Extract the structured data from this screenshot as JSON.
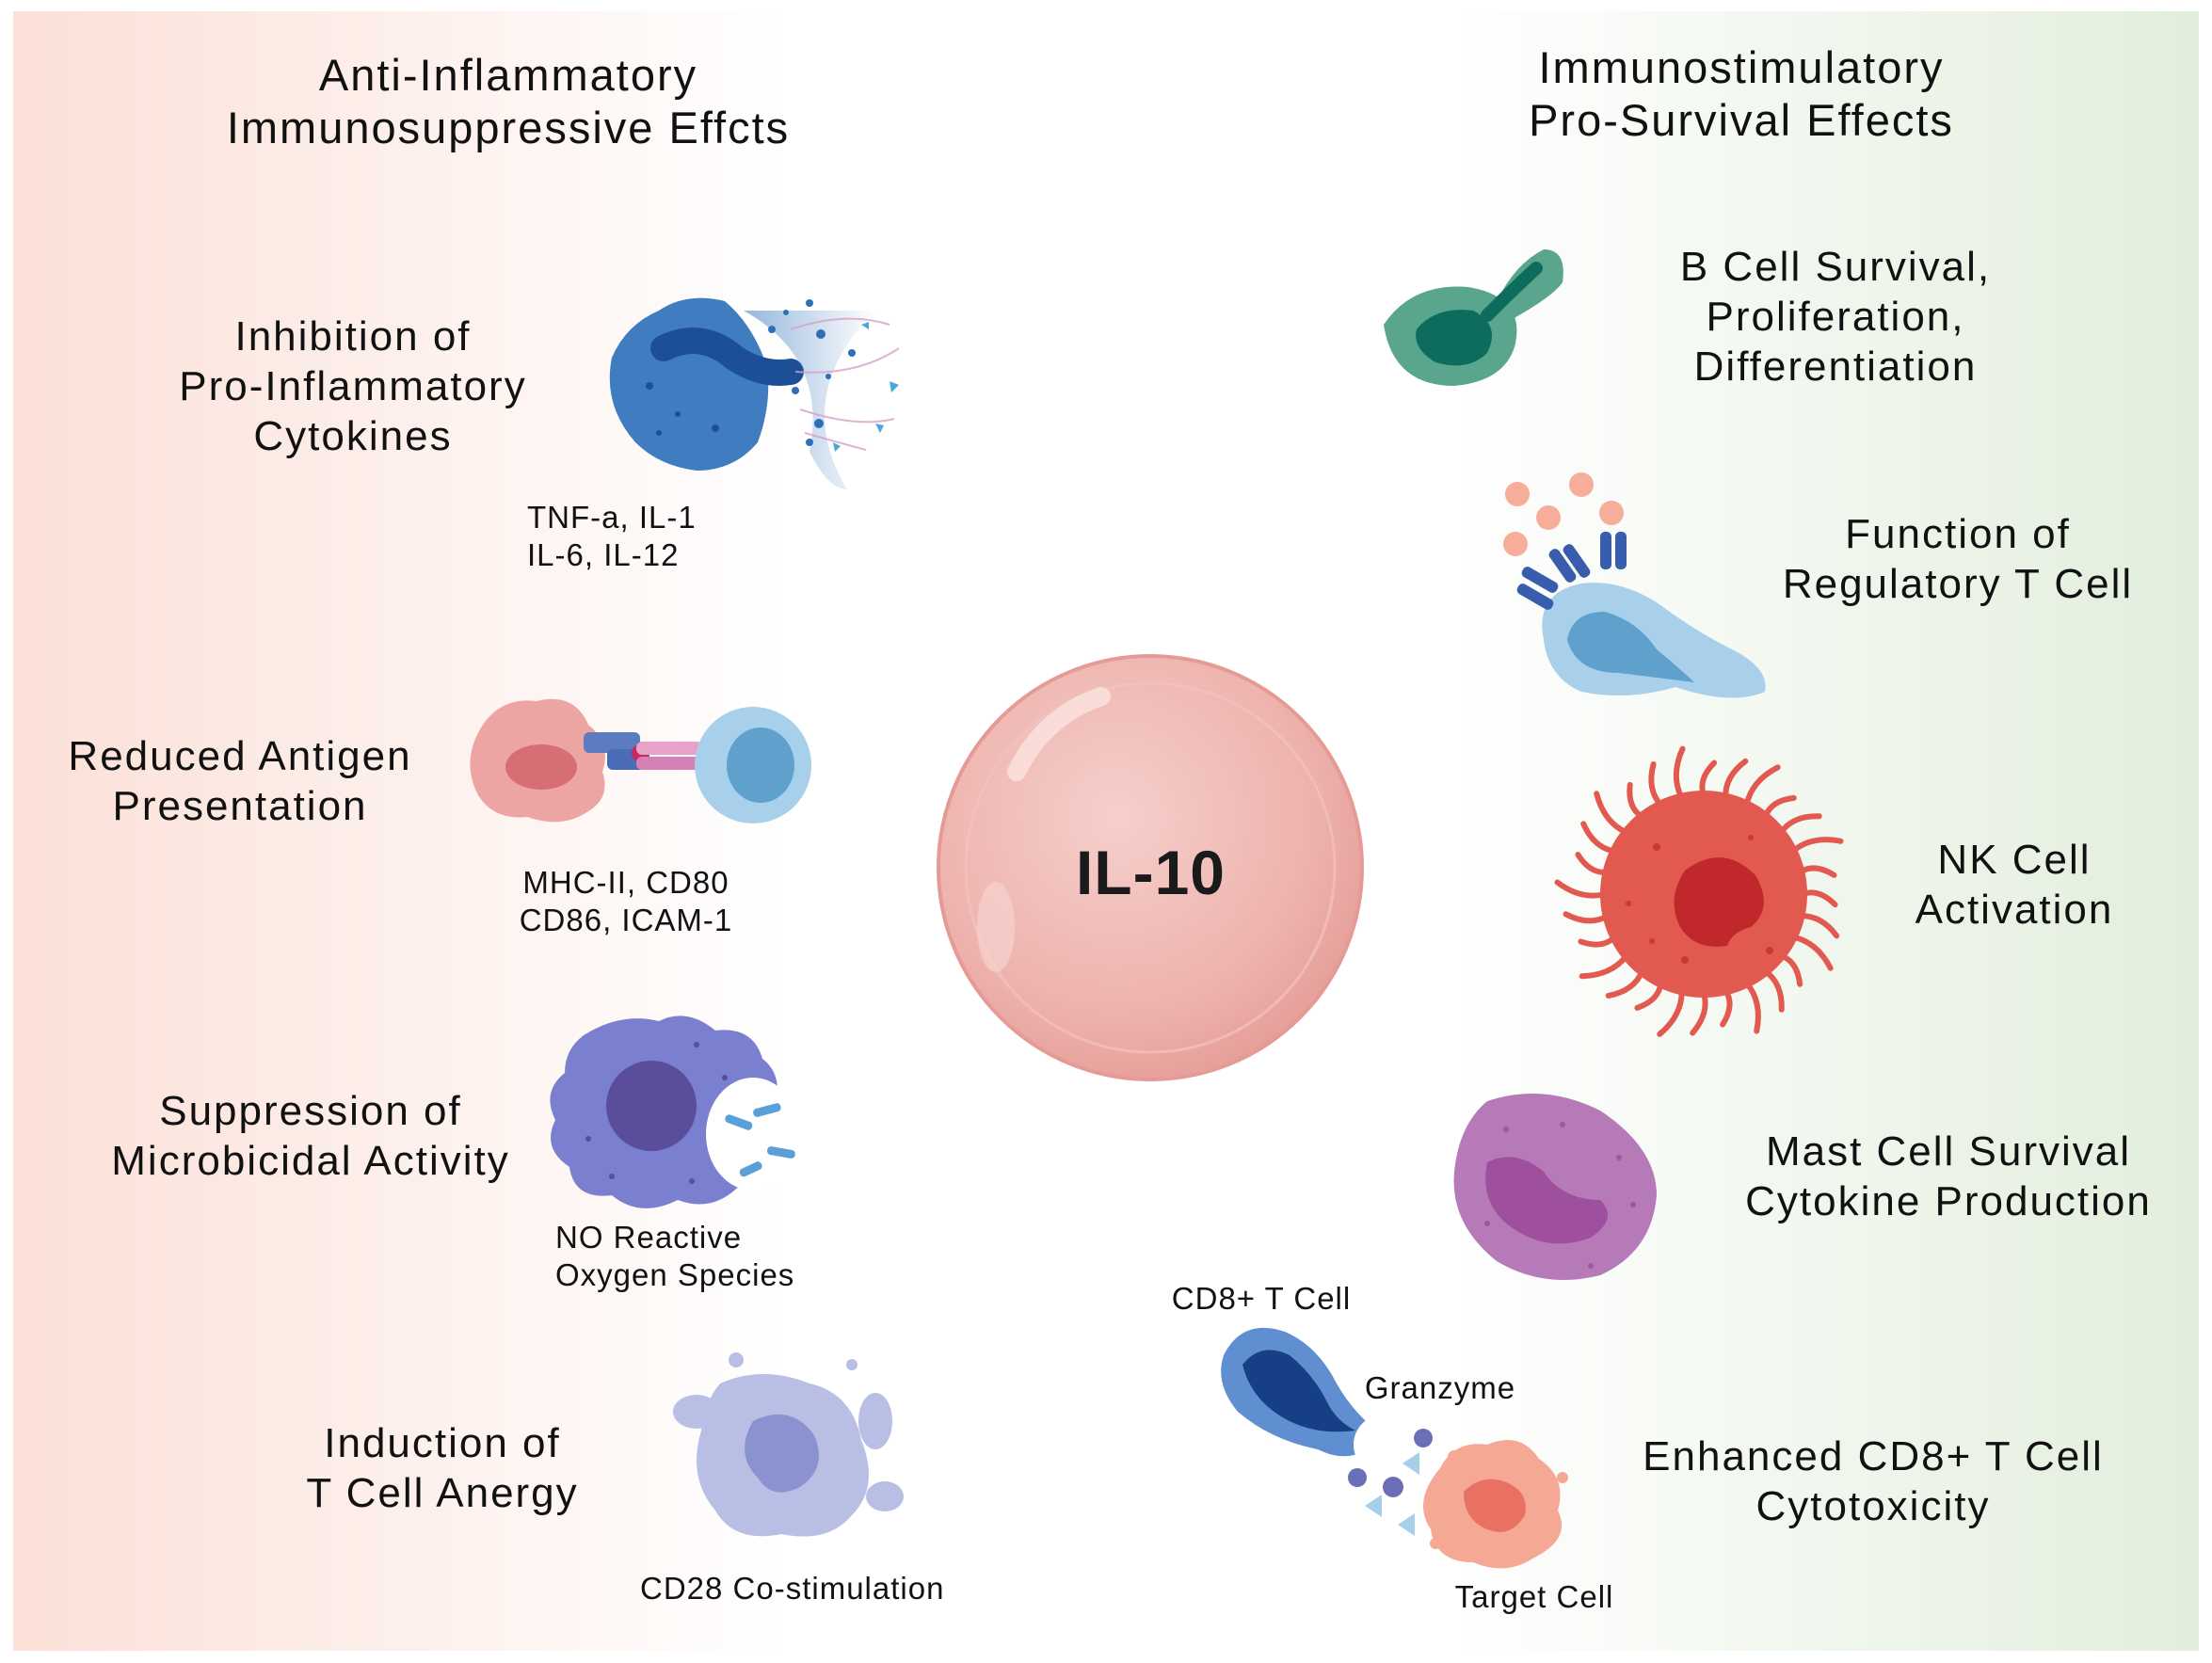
{
  "left": {
    "heading": [
      "Anti-Inflammatory",
      "Immunosuppressive Effcts"
    ],
    "effects": [
      {
        "label": [
          "Inhibition of",
          "Pro-Inflammatory",
          "Cytokines"
        ],
        "molecules": [
          "TNF-a, IL-1",
          "IL-6, IL-12"
        ]
      },
      {
        "label": [
          "Reduced Antigen",
          "Presentation"
        ],
        "molecules": [
          "MHC-II, CD80",
          "CD86, ICAM-1"
        ]
      },
      {
        "label": [
          "Suppression of",
          "Microbicidal Activity"
        ],
        "molecules": [
          "NO Reactive",
          "Oxygen Species"
        ]
      },
      {
        "label": [
          "Induction of",
          "T Cell Anergy"
        ],
        "molecules": [
          "CD28 Co-stimulation"
        ]
      }
    ]
  },
  "right": {
    "heading": [
      "Immunostimulatory",
      "Pro-Survival Effects"
    ],
    "effects": [
      {
        "label": [
          "B Cell Survival,",
          "Proliferation,",
          "Differentiation"
        ]
      },
      {
        "label": [
          "Function of",
          "Regulatory T Cell"
        ]
      },
      {
        "label": [
          "NK Cell",
          "Activation"
        ]
      },
      {
        "label": [
          "Mast Cell Survival",
          "Cytokine Production"
        ]
      },
      {
        "label": [
          "Enhanced CD8+ T Cell",
          "Cytotoxicity"
        ],
        "cell_labels": {
          "effector": "CD8+ T Cell",
          "molecule": "Granzyme",
          "target": "Target Cell"
        }
      }
    ]
  },
  "center": {
    "label": "IL-10"
  },
  "colors": {
    "left_background": "#fbe3dc",
    "right_background": "#e4efdf",
    "center_cell": "#ecafab",
    "cytokine_cell": "#3f7cc0",
    "apc_cell": "#eca5a3",
    "t_cell_light": "#a8d0ea",
    "macrophage": "#7a7fd0",
    "anergic_t_cell": "#a8b0dc",
    "b_cell": "#5aa58e",
    "treg": "#8fc3df",
    "nk_cell": "#e25a4f",
    "mast_cell": "#b67ab8",
    "cd8_t_cell": "#2e66b0",
    "target_cell": "#f5a894"
  },
  "icons": [
    "cytokine-secreting-cell-icon",
    "antigen-presenting-cell-icon",
    "macrophage-icon",
    "anergic-t-cell-icon",
    "b-cell-icon",
    "regulatory-t-cell-icon",
    "nk-cell-icon",
    "mast-cell-icon",
    "cd8-t-cell-icon",
    "target-cell-icon",
    "il10-cell-icon"
  ]
}
